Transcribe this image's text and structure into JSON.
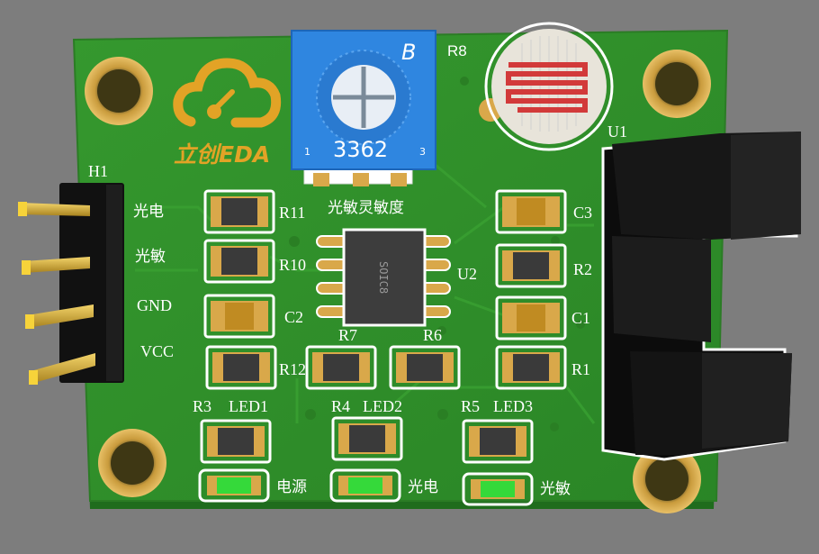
{
  "board": {
    "logo_text": "立创EDA",
    "potentiometer": {
      "ref": "R8",
      "brand_mark": "B",
      "code": "3362",
      "pin1": "1",
      "pin3": "3",
      "caption": "光敏灵敏度"
    },
    "connector": {
      "ref": "H1",
      "pins": [
        "光电",
        "光敏",
        "GND",
        "VCC"
      ]
    },
    "sensor_ref": "U1",
    "ic": {
      "ref": "U2",
      "package": "SOIC8"
    },
    "components": {
      "R11": "R11",
      "R10": "R10",
      "C2": "C2",
      "R12": "R12",
      "R7": "R7",
      "R6": "R6",
      "C3": "C3",
      "R2": "R2",
      "C1": "C1",
      "R1": "R1",
      "R3": "R3",
      "R4": "R4",
      "R5": "R5",
      "LED1": "LED1",
      "LED2": "LED2",
      "LED3": "LED3"
    },
    "led_labels": [
      "电源",
      "光电",
      "光敏"
    ],
    "colors": {
      "pcb": "#2f8f2a",
      "pad": "#d9a84a",
      "silkscreen": "#ffffff",
      "led": "#35d93a",
      "pot": "#2e86e0"
    }
  }
}
